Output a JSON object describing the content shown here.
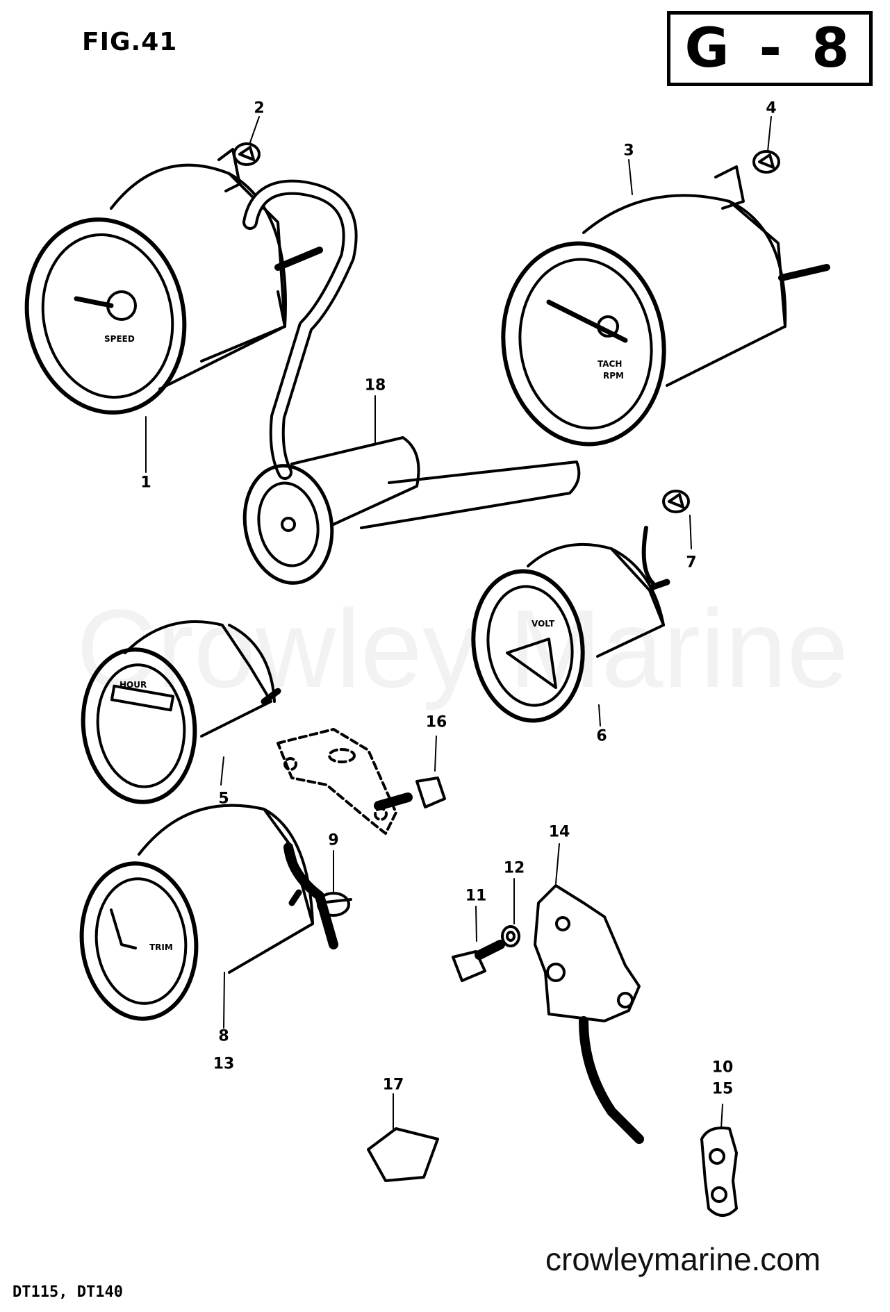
{
  "header": {
    "figure": "FIG.41",
    "section": "G - 8"
  },
  "watermark": "Crowley Marine",
  "footer": {
    "website": "crowleymarine.com",
    "models": "DT115, DT140"
  },
  "callouts": {
    "c1": "1",
    "c2": "2",
    "c3": "3",
    "c4": "4",
    "c5": "5",
    "c6": "6",
    "c7": "7",
    "c8": "8",
    "c9": "9",
    "c10": "10",
    "c11": "11",
    "c12": "12",
    "c13": "13",
    "c14": "14",
    "c15": "15",
    "c16": "16",
    "c17": "17",
    "c18": "18"
  },
  "dial_labels": {
    "speed": "SPEED",
    "tach_1": "TACH",
    "tach_2": "RPM",
    "volt": "VOLT",
    "trim": "TRIM",
    "hours": "HOUR"
  },
  "colors": {
    "ink": "#000000",
    "watermark": "#f2f2f2",
    "paper": "#ffffff"
  }
}
